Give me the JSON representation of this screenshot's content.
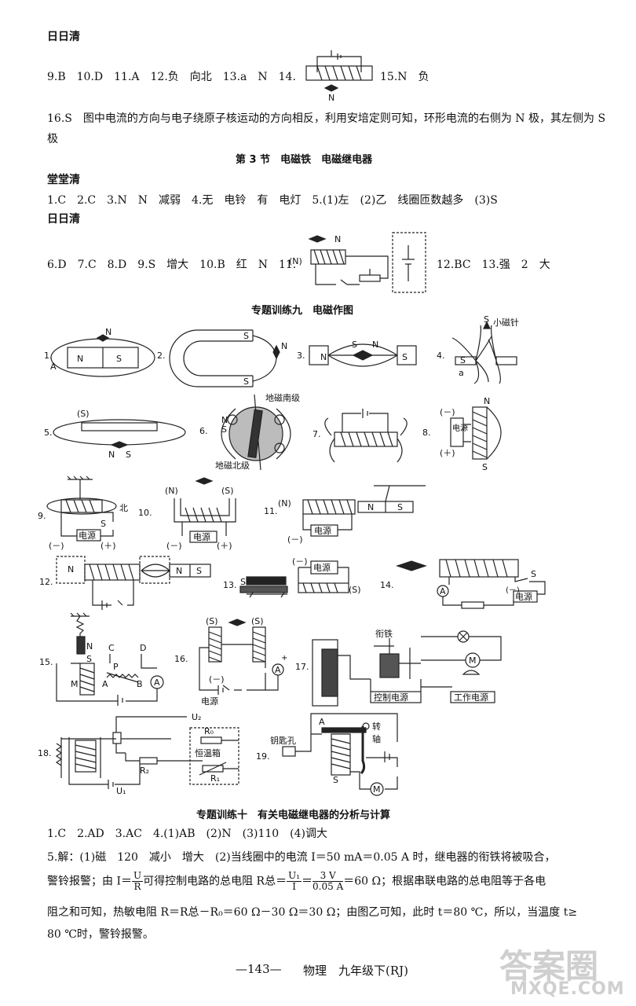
{
  "headings": {
    "ririqing": "日日清",
    "tangtangqing": "堂堂清",
    "section3": "第 3 节　电磁铁　电磁继电器",
    "special9": "专题训练九　电磁作图",
    "special10": "专题训练十　有关电磁继电器的分析与计算"
  },
  "answers": {
    "row1_left": "9.B　10.D　11.A　12.负　向北　13.a　N　14.",
    "row1_right": "15.N　负",
    "q16": "16.S　图中电流的方向与电子绕原子核运动的方向相反，利用安培定则可知，环形电流的右侧为 N 极，其左侧为 S 极",
    "row2": "1.C　2.C　3.N　N　减弱　4.无　电铃　有　电灯　5.(1)左　(2)乙　线圈匝数越多　(3)S",
    "row3_left": "6.D　7.C　8.D　9.S　增大　10.B　红　N　11.",
    "row3_right": "12.BC　13.强　2　大",
    "row4": "1.C　2.AD　3.AC　4.(1)AB　(2)N　(3)110　(4)调大",
    "q5_line1": "5.解：(1)磁　120　减小　增大　(2)当线圈中的电流 I＝50 mA＝0.05 A 时，继电器的衔铁将被吸合，",
    "q5_line2a": "警铃报警；由 I＝",
    "q5_frac1_num": "U",
    "q5_frac1_den": "R",
    "q5_line2b": "可得控制电路的总电阻 R总＝",
    "q5_frac2_num": "U₁",
    "q5_frac2_den": "I",
    "q5_line2c": "＝",
    "q5_frac3_num": "3 V",
    "q5_frac3_den": "0.05 A",
    "q5_line2d": "＝60 Ω；根据串联电路的总电阻等于各电",
    "q5_line3": "阻之和可知，热敏电阻 R＝R总－R₀＝60 Ω－30 Ω＝30 Ω；由图乙可知，此时 t＝80 ℃，所以，当温度 t≥",
    "q5_line4": "80 ℃时，警铃报警。"
  },
  "figures": {
    "n": "N",
    "s": "S",
    "a": "A",
    "a_small": "a",
    "n_paren": "(N)",
    "s_paren": "(S)",
    "minus": "(－)",
    "plus": "(＋)",
    "power": "电源",
    "small_needle": "小磁针",
    "geo_south": "地磁南级",
    "geo_north": "地磁北级",
    "north": "北",
    "armature": "衔铁",
    "control_power": "控制电源",
    "work_power": "工作电源",
    "incubator": "恒温箱",
    "keyhole": "钥匙孔",
    "axis1": "转",
    "axis2": "轴",
    "labels_p": "P",
    "labels_c": "C",
    "labels_d": "D",
    "labels_b": "B",
    "labels_m": "M",
    "r0": "R₀",
    "r1": "R₁",
    "r2": "R₂",
    "u1": "U₁",
    "u2": "U₂",
    "meter_a": "A",
    "meter_m": "M",
    "nums": [
      "1.",
      "2.",
      "3.",
      "4.",
      "5.",
      "6.",
      "7.",
      "8.",
      "9.",
      "10.",
      "11.",
      "12.",
      "13.",
      "14.",
      "15.",
      "16.",
      "17.",
      "18.",
      "19."
    ]
  },
  "footer": {
    "page": "—143—",
    "subject": "物理　九年级下(RJ)"
  },
  "watermark": {
    "big": "答案圈",
    "url": "MXQE.COM"
  }
}
